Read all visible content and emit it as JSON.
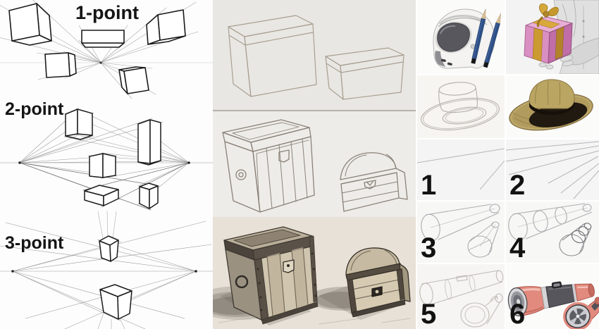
{
  "left_panel": {
    "sections": [
      {
        "id": "one-point",
        "label": "1-point",
        "icon": "one-point-perspective-diagram"
      },
      {
        "id": "two-point",
        "label": "2-point",
        "icon": "two-point-perspective-diagram"
      },
      {
        "id": "three-point",
        "label": "3-point",
        "icon": "three-point-perspective-diagram"
      }
    ]
  },
  "middle_panel": {
    "stages": [
      {
        "icon": "box-construction-pencil-sketch"
      },
      {
        "icon": "treasure-chest-line-drawing"
      },
      {
        "icon": "treasure-chest-shaded-drawing"
      }
    ]
  },
  "right_panel": {
    "cells": [
      {
        "icon": "helmet-and-pencils-drawing"
      },
      {
        "icon": "hands-holding-gift-box-drawing"
      },
      {
        "icon": "hat-construction-sketch"
      },
      {
        "icon": "straw-hat-drawing"
      },
      {
        "icon": "step-guide-lines",
        "label": "1"
      },
      {
        "icon": "step-converging-lines",
        "label": "2"
      },
      {
        "icon": "step-cylinder-cone-outline",
        "label": "3"
      },
      {
        "icon": "step-cylinder-sections",
        "label": "4"
      },
      {
        "icon": "step-flashlight-outline",
        "label": "5"
      },
      {
        "icon": "step-flashlight-colored",
        "label": "6"
      }
    ]
  },
  "colors": {
    "ink_black": "#1b1b1b",
    "pencil_stroke": "#8b8279",
    "gift_pink": "#d98fc2",
    "ribbon_gold": "#cb9a30",
    "straw_tan": "#b19b5d",
    "hat_band_black": "#16100a",
    "pencil_blue": "#2e4f86",
    "flashlight_salmon": "#e28a7d",
    "flashlight_grey": "#56565c"
  }
}
